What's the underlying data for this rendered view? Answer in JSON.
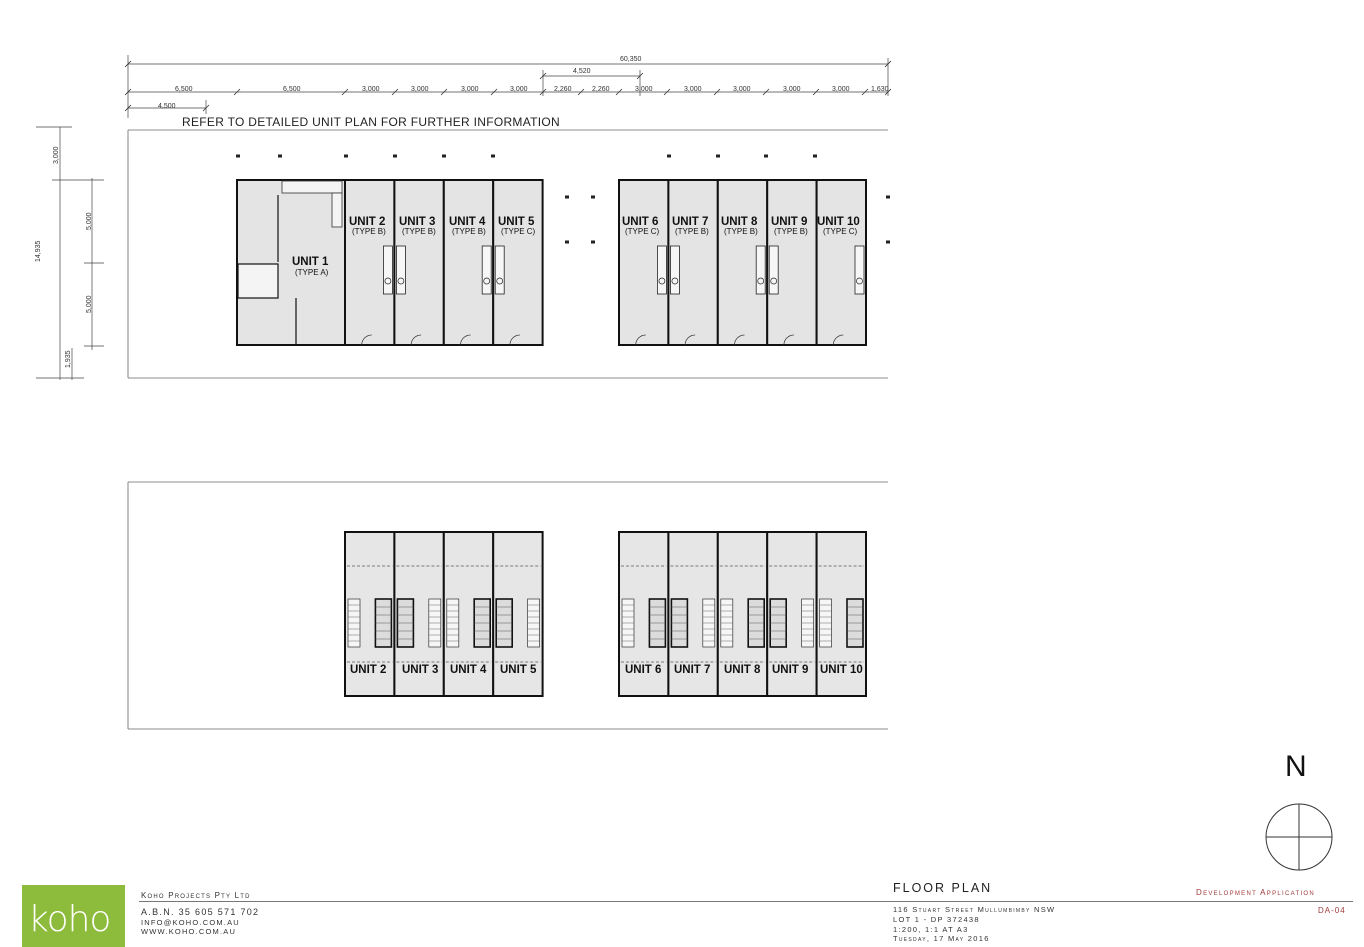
{
  "dimensions": {
    "overall": "60,350",
    "span_4520": "4,520",
    "row": [
      "6,500",
      "6,500",
      "3,000",
      "3,000",
      "3,000",
      "3,000",
      "2,260",
      "2,260",
      "3,000",
      "3,000",
      "3,000",
      "3,000",
      "3,000",
      "1,630"
    ],
    "sub": "4,500",
    "vertical": [
      "3,000",
      "5,000",
      "5,000",
      "1,935"
    ],
    "overall_vertical": "14,935"
  },
  "note": "REFER TO DETAILED UNIT PLAN FOR FURTHER INFORMATION",
  "ground_units": [
    {
      "name": "UNIT 1",
      "type": "(TYPE A)"
    },
    {
      "name": "UNIT 2",
      "type": "(TYPE B)"
    },
    {
      "name": "UNIT 3",
      "type": "(TYPE B)"
    },
    {
      "name": "UNIT 4",
      "type": "(TYPE B)"
    },
    {
      "name": "UNIT 5",
      "type": "(TYPE C)"
    },
    {
      "name": "UNIT 6",
      "type": "(TYPE C)"
    },
    {
      "name": "UNIT 7",
      "type": "(TYPE B)"
    },
    {
      "name": "UNIT 8",
      "type": "(TYPE B)"
    },
    {
      "name": "UNIT 9",
      "type": "(TYPE B)"
    },
    {
      "name": "UNIT 10",
      "type": "(TYPE C)"
    }
  ],
  "upper_units": [
    "UNIT 2",
    "UNIT 3",
    "UNIT 4",
    "UNIT 5",
    "UNIT 6",
    "UNIT 7",
    "UNIT 8",
    "UNIT 9",
    "UNIT 10"
  ],
  "north_label": "N",
  "company": {
    "logo_text": "koho",
    "name": "Koho Projects Pty Ltd",
    "abn": "A.B.N. 35 605 571 702",
    "email": "INFO@KOHO.COM.AU",
    "web": "WWW.KOHO.COM.AU"
  },
  "sheet": {
    "title": "FLOOR PLAN",
    "address": "116 Stuart Street Mullumbimby NSW",
    "lot": "LOT 1 - DP 372438",
    "scale": "1:200, 1:1 AT A3",
    "date": "Tuesday, 17 May 2016",
    "status": "Development Application",
    "number": "DA-04"
  }
}
